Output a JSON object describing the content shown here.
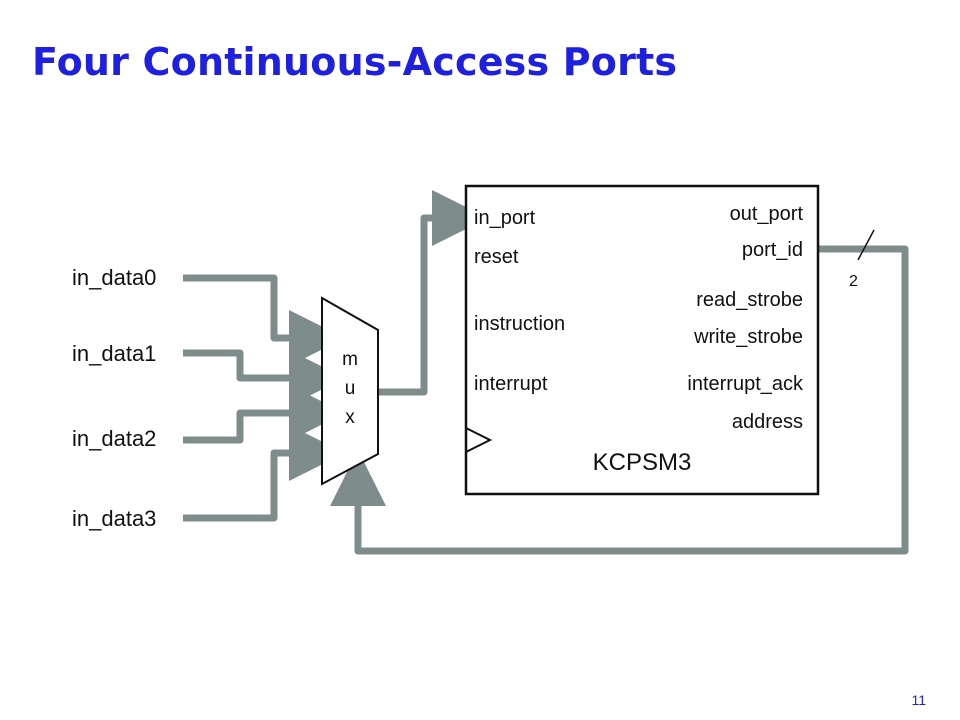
{
  "title": "Four Continuous-Access Ports",
  "page_number": "11",
  "colors": {
    "title": "#1f1fe0",
    "bus": "#7f8c8c",
    "outline": "#111111"
  },
  "diagram": {
    "inputs": [
      "in_data0",
      "in_data1",
      "in_data2",
      "in_data3"
    ],
    "mux_letters": [
      "m",
      "u",
      "x"
    ],
    "processor": {
      "name": "KCPSM3",
      "left_ports": [
        "in_port",
        "reset",
        "instruction",
        "interrupt"
      ],
      "right_ports": [
        "out_port",
        "port_id",
        "read_strobe",
        "write_strobe",
        "interrupt_ack",
        "address"
      ]
    },
    "bus_width": "2"
  }
}
